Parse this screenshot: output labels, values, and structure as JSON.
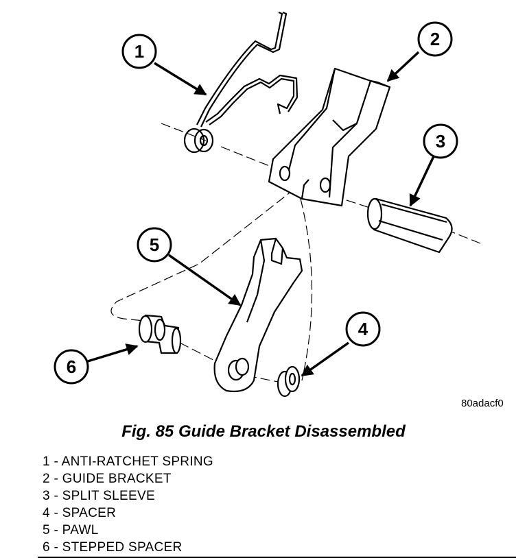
{
  "figure": {
    "ref_code": "80adacf0",
    "caption": "Fig. 85 Guide Bracket Disassembled"
  },
  "callouts": [
    {
      "number": "1"
    },
    {
      "number": "2"
    },
    {
      "number": "3"
    },
    {
      "number": "4"
    },
    {
      "number": "5"
    },
    {
      "number": "6"
    }
  ],
  "legend": [
    {
      "text": "1 - ANTI-RATCHET SPRING"
    },
    {
      "text": "2 - GUIDE BRACKET"
    },
    {
      "text": "3 - SPLIT SLEEVE"
    },
    {
      "text": "4 - SPACER"
    },
    {
      "text": "5 - PAWL"
    },
    {
      "text": "6 - STEPPED SPACER"
    }
  ]
}
